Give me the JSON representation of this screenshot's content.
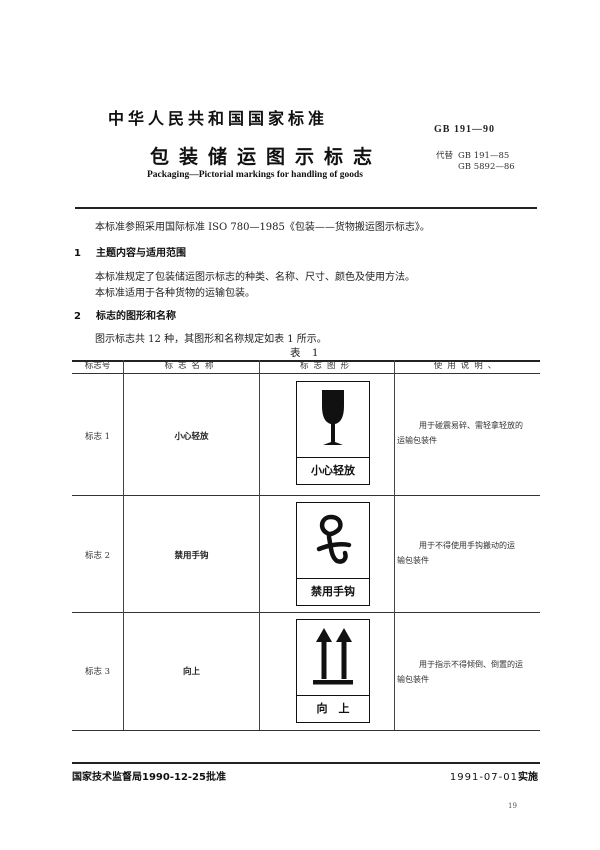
{
  "header": {
    "title": "中华人民共和国国家标准",
    "subtitle": "包装储运图示标志",
    "english_title": "Packaging—Pictorial markings for handling of goods",
    "standard_code": "GB 191—90",
    "replaces_label": "代替",
    "replaces": [
      "GB 191—85",
      "GB 5892—86"
    ]
  },
  "intro": "本标准参照采用国际标准 ISO 780—1985《包装——货物搬运图示标志》。",
  "sections": [
    {
      "number": "1",
      "heading": "主题内容与适用范围",
      "paragraphs": [
        "本标准规定了包装储运图示标志的种类、名称、尺寸、颜色及使用方法。",
        "本标准适用于各种货物的运输包装。"
      ]
    },
    {
      "number": "2",
      "heading": "标志的图形和名称",
      "paragraphs": [
        "图示标志共 12 种，其图形和名称规定如表 1 所示。"
      ]
    }
  ],
  "table": {
    "caption": "表 1",
    "headers": [
      "标志号",
      "标志名称",
      "标志图形",
      "使用说明"
    ],
    "header_mark": "、",
    "rows": [
      {
        "id": "标志 1",
        "name": "小心轻放",
        "icon": "fragile-glass-icon",
        "sign_label": "小心轻放",
        "desc_line1": "用于碰震易碎、需轻拿轻放的",
        "desc_line2": "运输包装件"
      },
      {
        "id": "标志 2",
        "name": "禁用手钩",
        "icon": "no-hand-hooks-icon",
        "sign_label": "禁用手钩",
        "desc_line1": "用于不得使用手钩搬动的运",
        "desc_line2": "输包装件"
      },
      {
        "id": "标志 3",
        "name": "向上",
        "icon": "this-way-up-arrows-icon",
        "sign_label": "向　上",
        "desc_line1": "用于指示不得倾倒、倒置的运",
        "desc_line2": "输包装件"
      }
    ]
  },
  "footer": {
    "approval": "国家技术监督局1990-12-25批准",
    "effective_date": "1991-07-01",
    "effective_label": "实施",
    "page_number": "19"
  },
  "colors": {
    "ink": "#111111",
    "paper": "#ffffff"
  }
}
